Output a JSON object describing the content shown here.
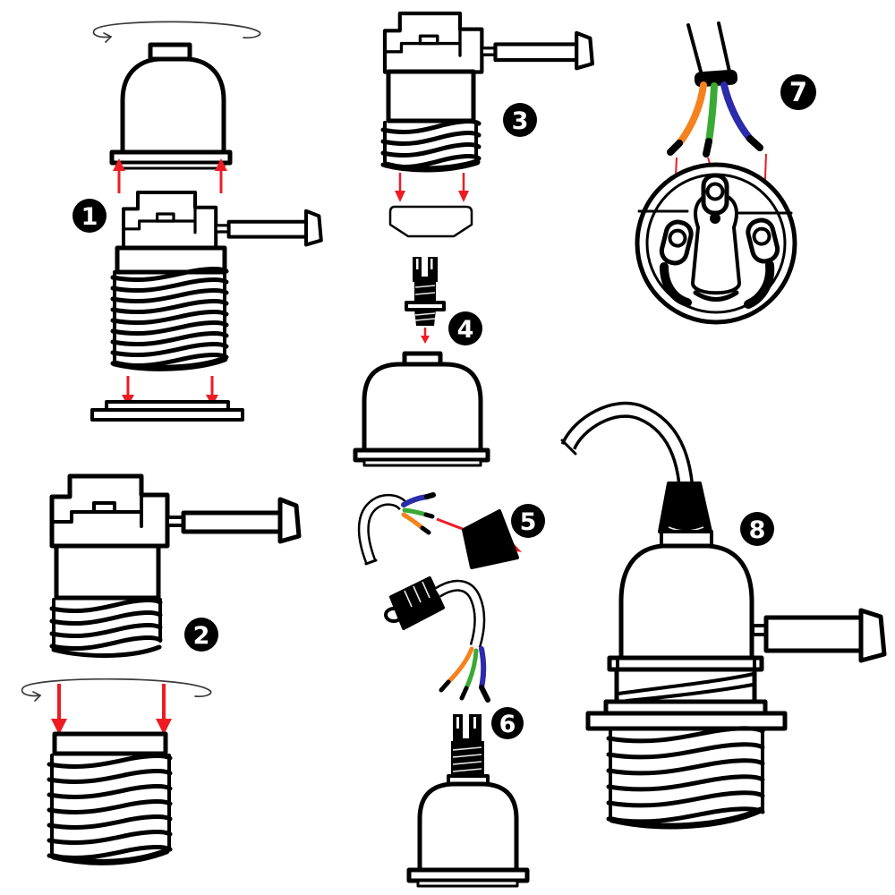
{
  "diagram": {
    "type": "lamp-holder-assembly-instructions",
    "colors": {
      "line": "#000000",
      "arrow": "#ed1c24",
      "rotate_arrow": "#3a3a3a",
      "badge_bg": "#000000",
      "badge_text": "#ffffff",
      "wire_orange": "#f5821f",
      "wire_green": "#3aaa35",
      "wire_blue": "#2b2bab"
    },
    "steps": [
      {
        "number": "1",
        "icon": "screw-dome-cap-onto-socket-body"
      },
      {
        "number": "2",
        "icon": "screw-base-plate-ring-onto-socket"
      },
      {
        "number": "3",
        "icon": "press-socket-into-rubber-gasket"
      },
      {
        "number": "4",
        "icon": "insert-cord-grip-into-dome-cap"
      },
      {
        "number": "5",
        "icon": "thread-cable-through-cord-grip"
      },
      {
        "number": "6",
        "icon": "cord-grip-screwed-into-dome-cap"
      },
      {
        "number": "7",
        "icon": "connect-wires-to-terminals"
      },
      {
        "number": "8",
        "icon": "assembled-lamp-holder"
      }
    ]
  }
}
